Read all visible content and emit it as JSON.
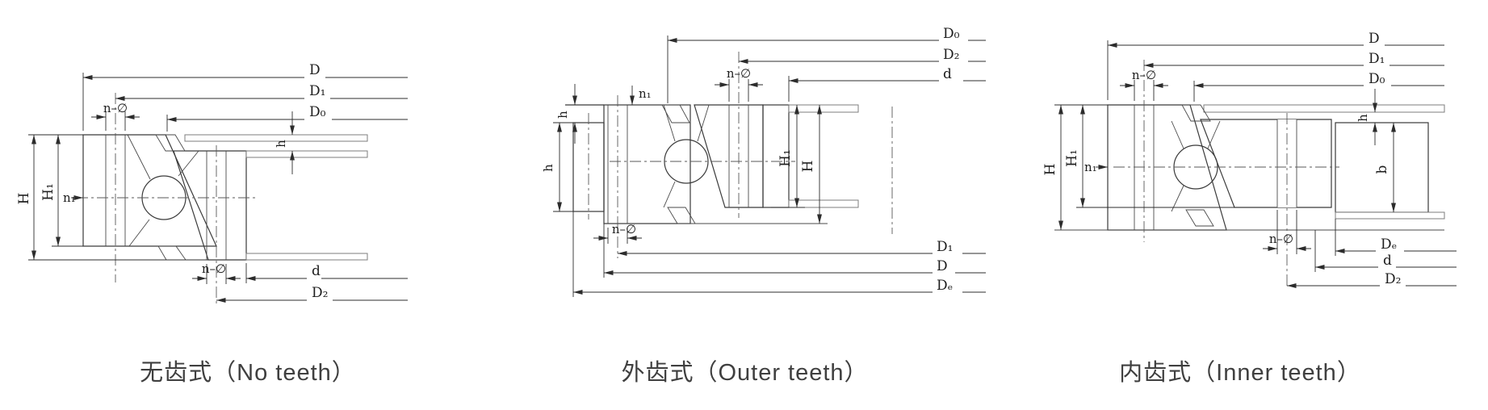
{
  "panel": {
    "background": "#ffffff",
    "line_color": "#3a3a3a",
    "type": "slewing-bearing cross-section drawings"
  },
  "diagrams": [
    {
      "id": "no-teeth",
      "caption": "无齿式（No teeth）",
      "labels": {
        "D": "D",
        "D1": "D₁",
        "D0": "D₀",
        "h": "h",
        "H": "H",
        "H1": "H₁",
        "n1": "n₁",
        "bolt_top": "n–∅",
        "bolt_bottom": "n–∅",
        "d": "d",
        "D2": "D₂"
      }
    },
    {
      "id": "outer-teeth",
      "caption": "外齿式（Outer  teeth）",
      "labels": {
        "D0": "D₀",
        "D2": "D₂",
        "d": "d",
        "bolt_top": "n–∅",
        "n1": "n₁",
        "h_top": "h",
        "h_gear": "h",
        "H1": "H₁",
        "H": "H",
        "bolt_bottom": "n–∅",
        "D1": "D₁",
        "D": "D",
        "De": "Dₑ"
      }
    },
    {
      "id": "inner-teeth",
      "caption": "内齿式（Inner teeth）",
      "labels": {
        "D": "D",
        "D1": "D₁",
        "D0": "D₀",
        "bolt_top": "n–∅",
        "n1": "n₁",
        "H": "H",
        "H1": "H₁",
        "h": "h",
        "b": "b",
        "bolt_bottom": "n–∅",
        "De": "Dₑ",
        "d": "d",
        "D2": "D₂"
      }
    }
  ]
}
